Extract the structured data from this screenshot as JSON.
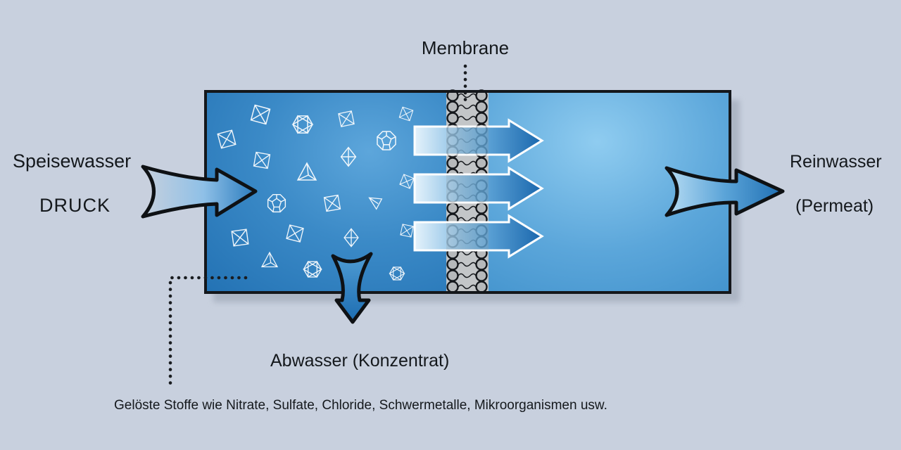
{
  "diagram": {
    "membrane_label": "Membrane",
    "feed": {
      "line1": "Speisewasser",
      "line2": "DRUCK"
    },
    "permeate": {
      "line1": "Reinwasser",
      "line2": "(Permeat)"
    },
    "concentrate_label": "Abwasser (Konzentrat)",
    "footnote": "Gelöste Stoffe wie Nitrate, Sulfate, Chloride, Schwermetalle, Mikroorganismen usw."
  },
  "colors": {
    "background": "#c8d0de",
    "tank_dark_blue": "#2271b3",
    "tank_light_blue": "#8fccf0",
    "arrow_dark_blue": "#1a67ad",
    "arrow_light_blue": "#e4f2fb",
    "membrane_gray": "#c3c6c8",
    "outline_black": "#14171b",
    "particle_white": "#ffffff"
  }
}
